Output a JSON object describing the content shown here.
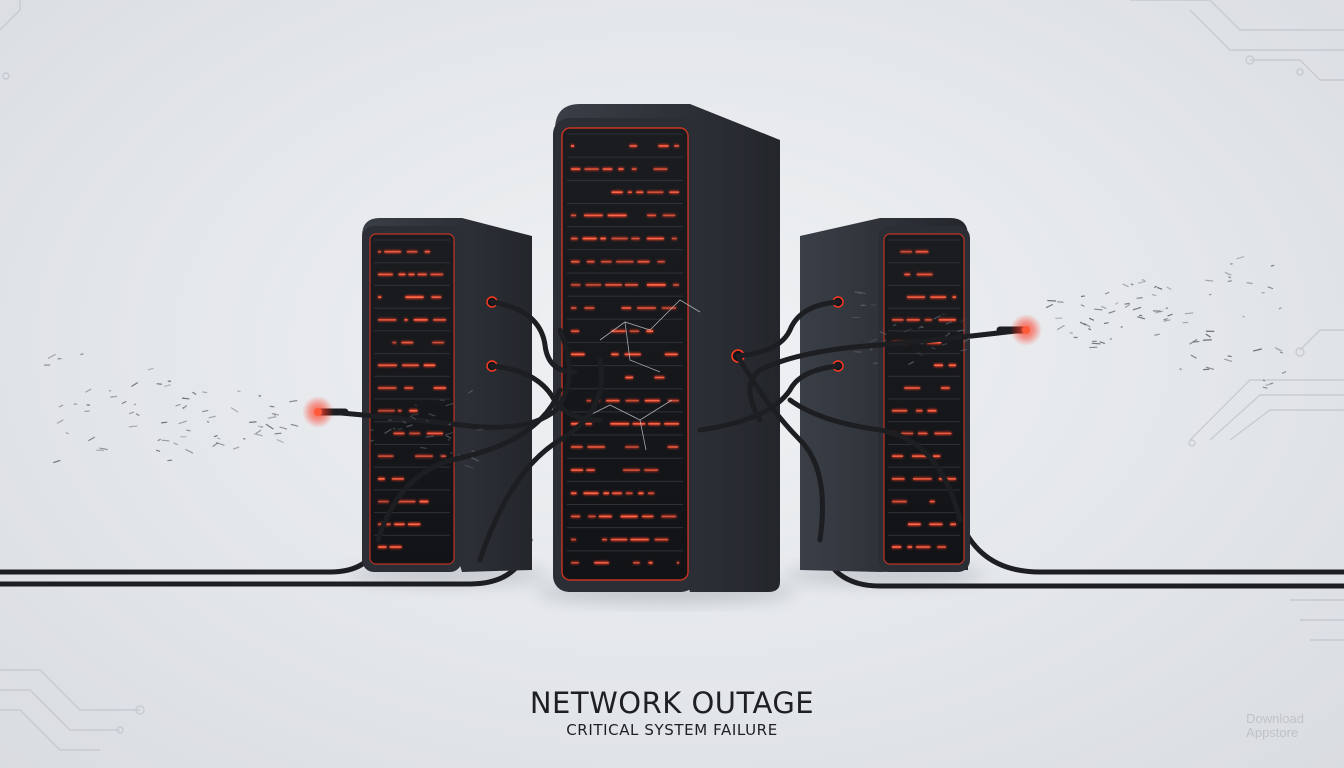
{
  "caption": {
    "title": "NETWORK OUTAGE",
    "subtitle": "CRITICAL SYSTEM FAILURE"
  },
  "watermark": {
    "line1": "Download",
    "line2": "Appstore"
  },
  "colors": {
    "background": "#e3e6e9",
    "server_body": "#2a2d33",
    "server_edge": "#111316",
    "led_glow": "#ff3a22",
    "cable": "#1c1e22",
    "circuit_lines": "#c7cbd0",
    "caption_text": "#1d1f22"
  },
  "illustration": {
    "servers": [
      "left-server-rack",
      "center-server-rack",
      "right-server-rack"
    ],
    "cables": [
      "network-cable"
    ],
    "damage": [
      "broken-cable-spark-left",
      "broken-cable-spark-right",
      "cracked-rack-panel"
    ]
  }
}
